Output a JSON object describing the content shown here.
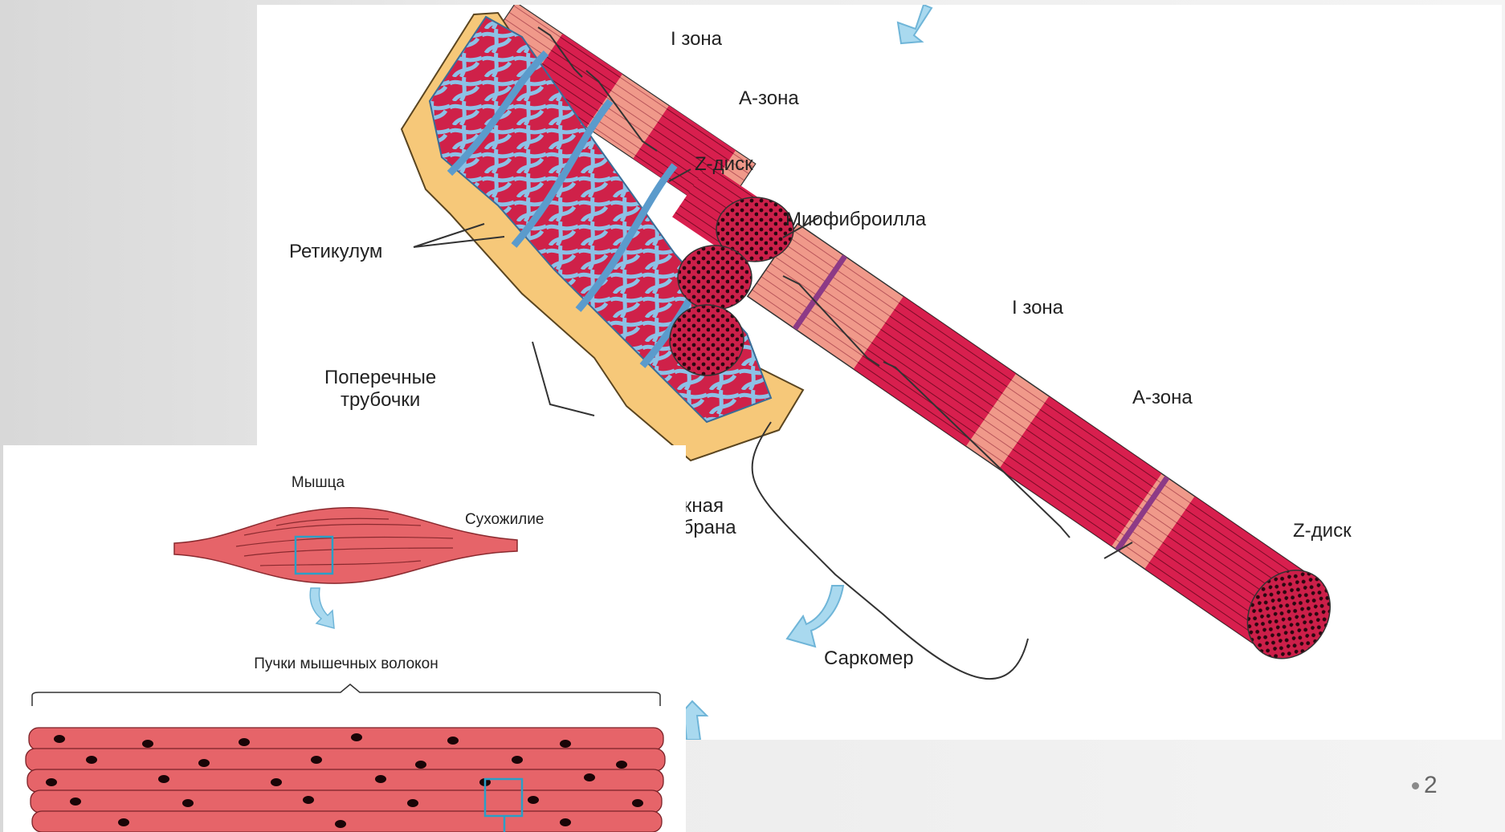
{
  "main_diagram": {
    "labels": {
      "i_zone_top": "I зона",
      "a_zone_top": "А-зона",
      "z_disk_top": "Z-диск",
      "myofibril": "Миофиброилла",
      "reticulum": "Ретикулум",
      "i_zone_right": "I зона",
      "a_zone_right": "А-зона",
      "transverse_line1": "Поперечные",
      "transverse_line2": "трубочки",
      "membrane_line1": "ружная",
      "membrane_line2": "ембрана",
      "z_disk_right": "Z-диск",
      "sarcomere": "Саркомер"
    }
  },
  "inset_diagram": {
    "labels": {
      "muscle": "Мышца",
      "tendon": "Сухожилие",
      "bundles": "Пучки мышечных волокон"
    }
  },
  "slide": {
    "number": "2"
  },
  "colors": {
    "fiber_red": "#d81f4e",
    "fiber_pink": "#f0998a",
    "reticulum_blue": "#8cc1e6",
    "membrane_tan": "#f6c879",
    "z_disk_purple": "#8d3a86",
    "arrow_blue": "#a9d9ef",
    "muscle_red": "#e66469",
    "box_teal": "#2a9fc7"
  }
}
